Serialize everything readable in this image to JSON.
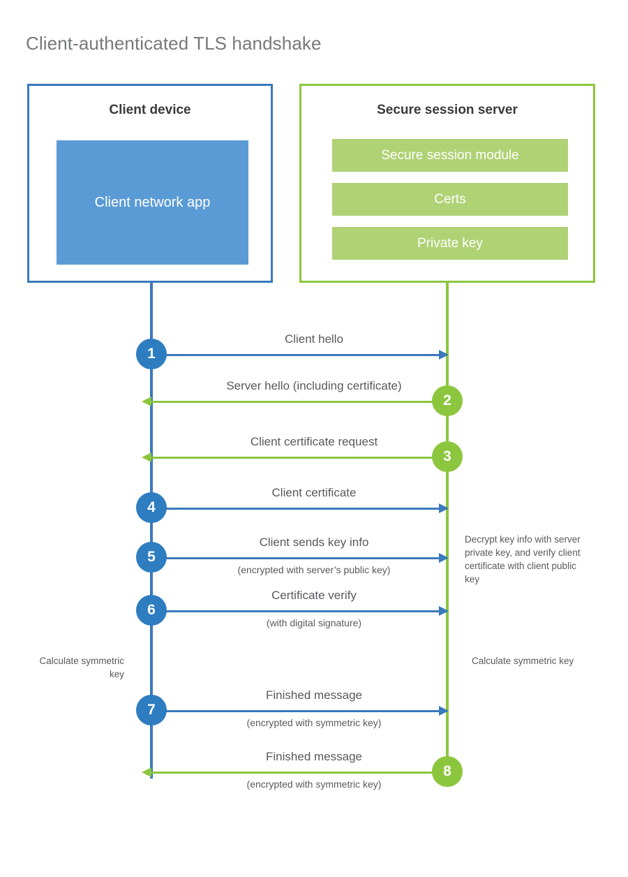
{
  "title": "Client-authenticated TLS handshake",
  "colors": {
    "client_blue": "#3a79bc",
    "client_app_fill": "#5b9bd5",
    "server_green": "#8cc63e",
    "server_bar_fill": "#afd275",
    "step_blue": "#2e7dc0",
    "text_gray": "#58595b"
  },
  "client": {
    "title": "Client device",
    "app_label": "Client network app"
  },
  "server": {
    "title": "Secure session server",
    "components": [
      "Secure session module",
      "Certs",
      "Private key"
    ]
  },
  "steps": [
    {
      "number": "1",
      "label": "Client hello",
      "sublabel": "",
      "direction": "right",
      "actor": "client"
    },
    {
      "number": "2",
      "label": "Server hello (including certificate)",
      "sublabel": "",
      "direction": "left",
      "actor": "server"
    },
    {
      "number": "3",
      "label": "Client certificate request",
      "sublabel": "",
      "direction": "left",
      "actor": "server"
    },
    {
      "number": "4",
      "label": "Client certificate",
      "sublabel": "",
      "direction": "right",
      "actor": "client"
    },
    {
      "number": "5",
      "label": "Client sends key info",
      "sublabel": "(encrypted with server’s public key)",
      "direction": "right",
      "actor": "client"
    },
    {
      "number": "6",
      "label": "Certificate verify",
      "sublabel": "(with digital signature)",
      "direction": "right",
      "actor": "client"
    },
    {
      "number": "7",
      "label": "Finished message",
      "sublabel": "(encrypted with symmetric key)",
      "direction": "right",
      "actor": "client"
    },
    {
      "number": "8",
      "label": "Finished message",
      "sublabel": "(encrypted with symmetric key)",
      "direction": "left",
      "actor": "server"
    }
  ],
  "notes": {
    "decrypt": "Decrypt key info with server private key, and verify client certificate with client public key",
    "calculate_client": "Calculate symmetric key",
    "calculate_server": "Calculate symmetric key"
  }
}
